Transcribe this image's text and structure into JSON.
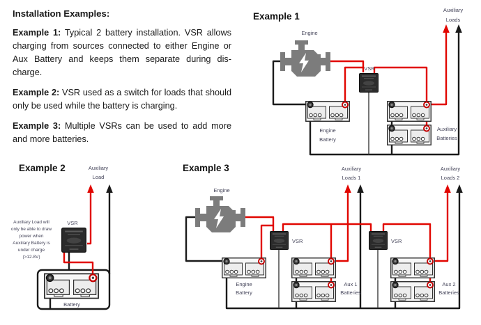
{
  "colors": {
    "wire_red": "#e10600",
    "wire_black": "#1a1a1a",
    "ground_wire": "#3a3a3a",
    "engine_gray": "#7c7c7c",
    "vsr_body": "#2b2b2b",
    "battery_fill": "#f6f6f6",
    "positive_terminal_ring": "#c40000",
    "label_color": "#45455a"
  },
  "intro": {
    "heading": "Installation Examples:",
    "paragraphs": [
      {
        "bold": "Example 1:",
        "lines": [
          "Typical 2 battery installation. VSR allows",
          "charging from sources connected to either Engine or",
          "Aux Battery and keeps them separate during dis-",
          "charge."
        ]
      },
      {
        "bold": "Example 2:",
        "lines": [
          "VSR used as a switch for loads that should",
          "only be used while the battery is charging."
        ]
      },
      {
        "bold": "Example 3:",
        "lines": [
          "Multiple VSRs can be used to add more",
          "and more batteries."
        ]
      }
    ]
  },
  "example1": {
    "title": "Example 1",
    "labels": {
      "aux_loads": [
        "Auxiliary",
        "Loads"
      ],
      "engine": "Engine",
      "vsr": "VSR",
      "engine_battery": [
        "Engine",
        "Battery"
      ],
      "aux_batteries": [
        "Auxiliary",
        "Batteries"
      ]
    }
  },
  "example2": {
    "title": "Example 2",
    "labels": {
      "aux_load": [
        "Auxiliary",
        "Load"
      ],
      "vsr": "VSR",
      "battery": "Battery",
      "note": [
        "Auxiliary Load will",
        "only be able to draw",
        "power when",
        "Auxiliary Battery is",
        "under charge",
        "(>12.8V)"
      ]
    }
  },
  "example3": {
    "title": "Example 3",
    "labels": {
      "aux_loads1": [
        "Auxiliary",
        "Loads 1"
      ],
      "aux_loads2": [
        "Auxiliary",
        "Loads 2"
      ],
      "engine": "Engine",
      "vsr1": "VSR",
      "vsr2": "VSR",
      "engine_battery": [
        "Engine",
        "Battery"
      ],
      "aux1_batteries": [
        "Aux 1",
        "Batteries"
      ],
      "aux2_batteries": [
        "Aux 2",
        "Batteries"
      ]
    }
  }
}
